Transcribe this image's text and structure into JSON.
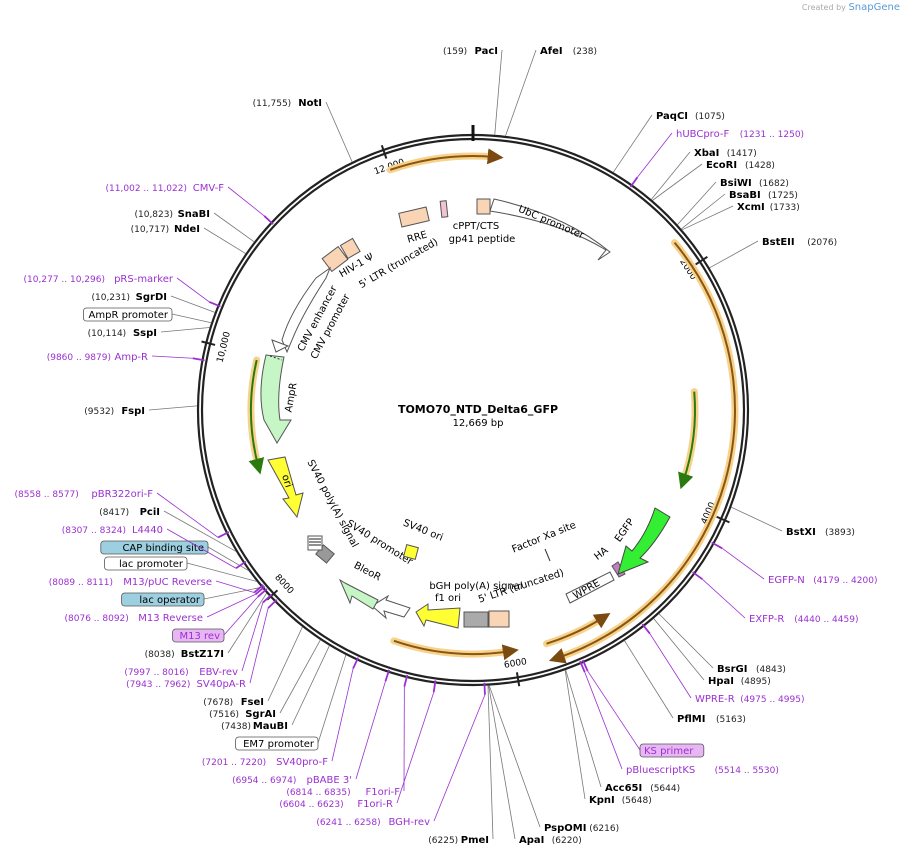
{
  "credit": {
    "prefix": "Created by",
    "brand": "SnapGene"
  },
  "plasmid": {
    "name": "TOMO70_NTD_Delta6_GFP",
    "length_label": "12,669 bp",
    "length": 12669
  },
  "ticks": [
    {
      "label": "2000",
      "pos": 2000
    },
    {
      "label": "4000",
      "pos": 4000
    },
    {
      "label": "6000",
      "pos": 6000
    },
    {
      "label": "8000",
      "pos": 8000
    },
    {
      "label": "10,000",
      "pos": 10000
    },
    {
      "label": "12,000",
      "pos": 12000
    }
  ],
  "labels": [
    {
      "id": "paci",
      "kind": "site",
      "pos": 159,
      "name": "PacI",
      "coord": "(159)"
    },
    {
      "id": "afei",
      "kind": "site",
      "pos": 238,
      "name": "AfeI",
      "coord": "(238)"
    },
    {
      "id": "paqci",
      "kind": "site",
      "pos": 1075,
      "name": "PaqCI",
      "coord": "(1075)"
    },
    {
      "id": "hubcpro",
      "kind": "primer",
      "pos": 1240,
      "name": "hUBCpro-F",
      "coord": "(1231 .. 1250)"
    },
    {
      "id": "xbai",
      "kind": "site",
      "pos": 1417,
      "name": "XbaI",
      "coord": "(1417)"
    },
    {
      "id": "ecori",
      "kind": "site",
      "pos": 1428,
      "name": "EcoRI",
      "coord": "(1428)"
    },
    {
      "id": "bsiwi",
      "kind": "site",
      "pos": 1682,
      "name": "BsiWI",
      "coord": "(1682)"
    },
    {
      "id": "bsabi",
      "kind": "site",
      "pos": 1725,
      "name": "BsaBI",
      "coord": "(1725)"
    },
    {
      "id": "xcmi",
      "kind": "site",
      "pos": 1733,
      "name": "XcmI",
      "coord": "(1733)"
    },
    {
      "id": "bsteii",
      "kind": "site",
      "pos": 2076,
      "name": "BstEII",
      "coord": "(2076)"
    },
    {
      "id": "bstxi",
      "kind": "site",
      "pos": 3893,
      "name": "BstXI",
      "coord": "(3893)"
    },
    {
      "id": "egfpn",
      "kind": "primer",
      "pos": 4189,
      "name": "EGFP-N",
      "coord": "(4179 .. 4200)"
    },
    {
      "id": "exfpr",
      "kind": "primer",
      "pos": 4449,
      "name": "EXFP-R",
      "coord": "(4440 .. 4459)"
    },
    {
      "id": "bsrgi",
      "kind": "site",
      "pos": 4843,
      "name": "BsrGI",
      "coord": "(4843)"
    },
    {
      "id": "hpai",
      "kind": "site",
      "pos": 4895,
      "name": "HpaI",
      "coord": "(4895)"
    },
    {
      "id": "wprer",
      "kind": "primer",
      "pos": 4985,
      "name": "WPRE-R",
      "coord": "(4975 .. 4995)"
    },
    {
      "id": "pflmi",
      "kind": "site",
      "pos": 5163,
      "name": "PflMI",
      "coord": "(5163)"
    },
    {
      "id": "ksprimer",
      "kind": "boxprimer",
      "pos": 5500,
      "name": "KS primer",
      "coord": ""
    },
    {
      "id": "pbluescriptks",
      "kind": "primer",
      "pos": 5522,
      "name": "pBluescriptKS",
      "coord": "(5514 .. 5530)"
    },
    {
      "id": "acc65i",
      "kind": "site",
      "pos": 5644,
      "name": "Acc65I",
      "coord": "(5644)"
    },
    {
      "id": "kpni",
      "kind": "site",
      "pos": 5648,
      "name": "KpnI",
      "coord": "(5648)"
    },
    {
      "id": "pspomi",
      "kind": "site",
      "pos": 6216,
      "name": "PspOMI",
      "coord": "(6216)"
    },
    {
      "id": "apai",
      "kind": "site",
      "pos": 6220,
      "name": "ApaI",
      "coord": "(6220)"
    },
    {
      "id": "pmei",
      "kind": "site",
      "pos": 6225,
      "name": "PmeI",
      "coord": "(6225)"
    },
    {
      "id": "bghrev",
      "kind": "primer",
      "pos": 6250,
      "name": "BGH-rev",
      "coord": "(6241 .. 6258)"
    },
    {
      "id": "f1orir",
      "kind": "primer",
      "pos": 6613,
      "name": "F1ori-R",
      "coord": "(6604 .. 6623)"
    },
    {
      "id": "f1orif",
      "kind": "primer",
      "pos": 6825,
      "name": "F1ori-F",
      "coord": "(6814 .. 6835)"
    },
    {
      "id": "pbabe3",
      "kind": "primer",
      "pos": 6964,
      "name": "pBABE 3'",
      "coord": "(6954 .. 6974)"
    },
    {
      "id": "sv40prof",
      "kind": "primer",
      "pos": 7210,
      "name": "SV40pro-F",
      "coord": "(7201 .. 7220)"
    },
    {
      "id": "em7",
      "kind": "box",
      "pos": 7300,
      "name": "EM7 promoter",
      "coord": ""
    },
    {
      "id": "maubi",
      "kind": "site",
      "pos": 7438,
      "name": "MauBI",
      "coord": "(7438)"
    },
    {
      "id": "sgrai",
      "kind": "site",
      "pos": 7516,
      "name": "SgrAI",
      "coord": "(7516)"
    },
    {
      "id": "fsei",
      "kind": "site",
      "pos": 7678,
      "name": "FseI",
      "coord": "(7678)"
    },
    {
      "id": "sv40par",
      "kind": "primer",
      "pos": 7952,
      "name": "SV40pA-R",
      "coord": "(7943 .. 7962)"
    },
    {
      "id": "ebvrev",
      "kind": "primer",
      "pos": 8006,
      "name": "EBV-rev",
      "coord": "(7997 .. 8016)"
    },
    {
      "id": "bstz17i",
      "kind": "site",
      "pos": 8038,
      "name": "BstZ17I",
      "coord": "(8038)"
    },
    {
      "id": "m13rev",
      "kind": "boxprimer",
      "pos": 8060,
      "name": "M13 rev",
      "coord": ""
    },
    {
      "id": "m13reverse",
      "kind": "primer",
      "pos": 8084,
      "name": "M13 Reverse",
      "coord": "(8076 .. 8092)"
    },
    {
      "id": "lacop",
      "kind": "boxblue",
      "pos": 8095,
      "name": "lac operator",
      "coord": ""
    },
    {
      "id": "m13puc",
      "kind": "primer",
      "pos": 8100,
      "name": "M13/pUC Reverse",
      "coord": "(8089 .. 8111)"
    },
    {
      "id": "lacpro",
      "kind": "box",
      "pos": 8150,
      "name": "lac promoter",
      "coord": ""
    },
    {
      "id": "cap",
      "kind": "boxblue",
      "pos": 8250,
      "name": "CAP binding site",
      "coord": ""
    },
    {
      "id": "l4440",
      "kind": "primer",
      "pos": 8315,
      "name": "L4440",
      "coord": "(8307 .. 8324)"
    },
    {
      "id": "pcii",
      "kind": "site",
      "pos": 8417,
      "name": "PciI",
      "coord": "(8417)"
    },
    {
      "id": "pbr322",
      "kind": "primer",
      "pos": 8567,
      "name": "pBR322ori-F",
      "coord": "(8558 .. 8577)"
    },
    {
      "id": "fspi",
      "kind": "site",
      "pos": 9532,
      "name": "FspI",
      "coord": "(9532)"
    },
    {
      "id": "ampr",
      "kind": "primer",
      "pos": 9870,
      "name": "Amp-R",
      "coord": "(9860 .. 9879)"
    },
    {
      "id": "sspi",
      "kind": "site",
      "pos": 10114,
      "name": "SspI",
      "coord": "(10,114)"
    },
    {
      "id": "amprpro",
      "kind": "box",
      "pos": 10150,
      "name": "AmpR promoter",
      "coord": ""
    },
    {
      "id": "sgrdi",
      "kind": "site",
      "pos": 10231,
      "name": "SgrDI",
      "coord": "(10,231)"
    },
    {
      "id": "prs",
      "kind": "primer",
      "pos": 10286,
      "name": "pRS-marker",
      "coord": "(10,277 .. 10,296)"
    },
    {
      "id": "ndei",
      "kind": "site",
      "pos": 10717,
      "name": "NdeI",
      "coord": "(10,717)"
    },
    {
      "id": "snabi",
      "kind": "site",
      "pos": 10823,
      "name": "SnaBI",
      "coord": "(10,823)"
    },
    {
      "id": "cmvf",
      "kind": "primer",
      "pos": 11012,
      "name": "CMV-F",
      "coord": "(11,002 .. 11,022)"
    },
    {
      "id": "noti",
      "kind": "site",
      "pos": 11755,
      "name": "NotI",
      "coord": "(11,755)"
    }
  ],
  "features": [
    {
      "name": "UbC promoter",
      "label": "UbC promoter",
      "color": "#ffffff",
      "type": "promoter"
    },
    {
      "name": "cPPT/CTS",
      "label": "cPPT/CTS",
      "color": "#f9d5b5",
      "type": "box"
    },
    {
      "name": "gp41 peptide",
      "label": "gp41 peptide",
      "color": "#f0c4d0",
      "type": "box"
    },
    {
      "name": "RRE",
      "label": "RRE",
      "color": "#f9d5b5",
      "type": "box"
    },
    {
      "name": "HIV-1 psi",
      "label": "HIV-1 Ψ",
      "color": "#f9d5b5",
      "type": "box"
    },
    {
      "name": "5' LTR (truncated) top",
      "label": "5' LTR (truncated)",
      "color": "#f9d5b5",
      "type": "box"
    },
    {
      "name": "CMV enhancer",
      "label": "CMV enhancer",
      "color": "#ffffff",
      "type": "promoter"
    },
    {
      "name": "CMV promoter",
      "label": "CMV promoter",
      "color": "#ffffff",
      "type": "promoter"
    },
    {
      "name": "AmpR",
      "label": "AmpR",
      "color": "#c6f5c6",
      "type": "cds"
    },
    {
      "name": "ori",
      "label": "ori",
      "color": "#ffff33",
      "type": "ori"
    },
    {
      "name": "SV40 poly(A) signal",
      "label": "SV40 poly(A) signal",
      "color": "#aaaaaa",
      "type": "box"
    },
    {
      "name": "SV40 promoter",
      "label": "SV40 promoter",
      "color": "#ffffff",
      "type": "promoter"
    },
    {
      "name": "BleoR",
      "label": "BleoR",
      "color": "#c6f5c6",
      "type": "cds"
    },
    {
      "name": "SV40 ori",
      "label": "SV40 ori",
      "color": "#ffff33",
      "type": "ori"
    },
    {
      "name": "f1 ori",
      "label": "f1 ori",
      "color": "#ffff33",
      "type": "ori"
    },
    {
      "name": "bGH poly(A) signal",
      "label": "bGH poly(A) signal",
      "color": "#aaaaaa",
      "type": "box"
    },
    {
      "name": "5' LTR (truncated) bottom",
      "label": "5' LTR (truncated)",
      "color": "#f9d5b5",
      "type": "box"
    },
    {
      "name": "Factor Xa site",
      "label": "Factor Xa site",
      "color": "#cccccc",
      "type": "site"
    },
    {
      "name": "WPRE",
      "label": "WPRE",
      "color": "#ffffff",
      "type": "box"
    },
    {
      "name": "HA",
      "label": "HA",
      "color": "#c080c0",
      "type": "tag"
    },
    {
      "name": "EGFP",
      "label": "EGFP",
      "color": "#33ee33",
      "type": "cds"
    }
  ],
  "colors": {
    "site": "#000000",
    "primer": "#9b30d0",
    "orf": "#d08020",
    "line": "#777777",
    "backbone": "#222222"
  }
}
